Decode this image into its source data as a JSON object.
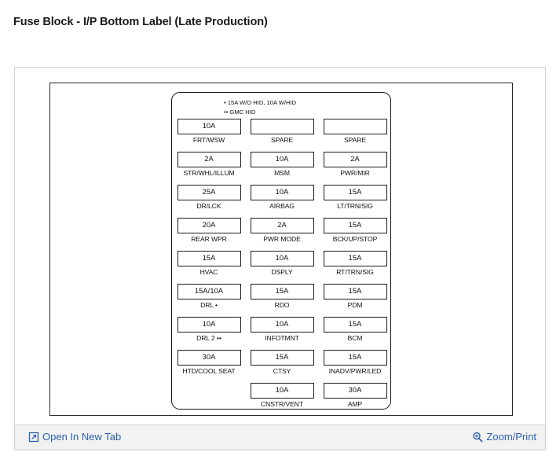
{
  "page": {
    "title": "Fuse Block - I/P Bottom Label (Late Production)"
  },
  "diagram": {
    "notes": [
      "• 15A W/O HID, 10A W/HID",
      "•• GMC HID"
    ],
    "columns": [
      {
        "name": "column-1",
        "cells": [
          {
            "amp": "10A",
            "label": "FRT/WSW"
          },
          {
            "amp": "2A",
            "label": "STR/WHL/ILLUM"
          },
          {
            "amp": "25A",
            "label": "DR/LCK"
          },
          {
            "amp": "20A",
            "label": "REAR WPR"
          },
          {
            "amp": "15A",
            "label": "HVAC"
          },
          {
            "amp": "15A/10A",
            "label": "DRL •"
          },
          {
            "amp": "10A",
            "label": "DRL 2 ••"
          },
          {
            "amp": "30A",
            "label": "HTD/COOL SEAT"
          },
          {
            "amp": "",
            "label": "",
            "empty": true
          }
        ]
      },
      {
        "name": "column-2",
        "cells": [
          {
            "amp": "",
            "label": "SPARE"
          },
          {
            "amp": "10A",
            "label": "MSM"
          },
          {
            "amp": "10A",
            "label": "AIRBAG"
          },
          {
            "amp": "2A",
            "label": "PWR MODE"
          },
          {
            "amp": "10A",
            "label": "DSPLY"
          },
          {
            "amp": "15A",
            "label": "RDO"
          },
          {
            "amp": "10A",
            "label": "INFOTMNT"
          },
          {
            "amp": "15A",
            "label": "CTSY"
          },
          {
            "amp": "10A",
            "label": "CNSTR/VENT"
          }
        ]
      },
      {
        "name": "column-3",
        "cells": [
          {
            "amp": "",
            "label": "SPARE"
          },
          {
            "amp": "2A",
            "label": "PWR/MIR"
          },
          {
            "amp": "15A",
            "label": "LT/TRN/SIG"
          },
          {
            "amp": "15A",
            "label": "BCK/UP/STOP"
          },
          {
            "amp": "15A",
            "label": "RT/TRN/SIG"
          },
          {
            "amp": "15A",
            "label": "PDM"
          },
          {
            "amp": "15A",
            "label": "BCM"
          },
          {
            "amp": "15A",
            "label": "INADV/PWR/LED"
          },
          {
            "amp": "30A",
            "label": "AMP"
          }
        ]
      }
    ]
  },
  "footer": {
    "open_in_new_tab_label": "Open In New Tab",
    "zoom_print_label": "Zoom/Print",
    "link_color": "#2b5fa8"
  }
}
